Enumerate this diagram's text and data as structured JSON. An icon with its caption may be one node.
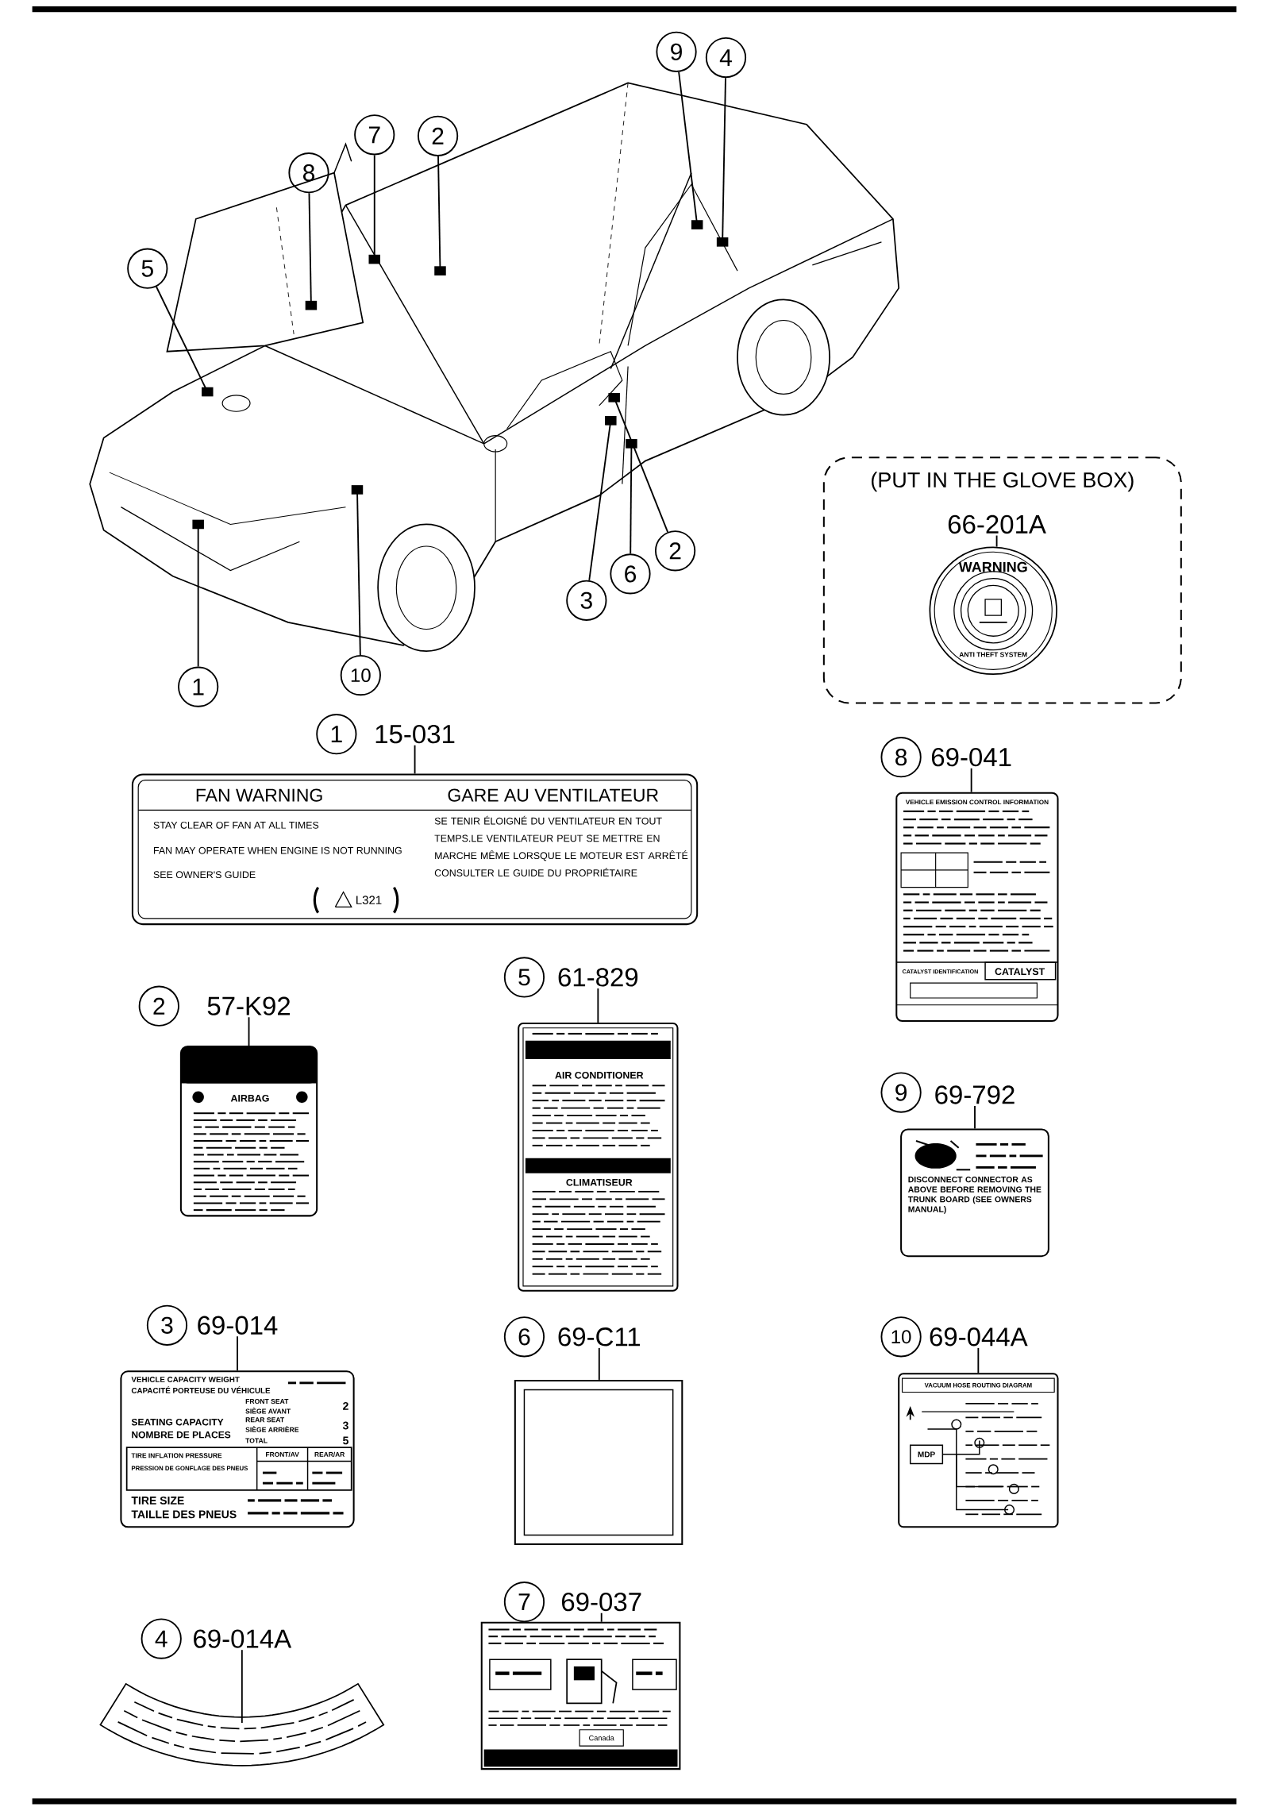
{
  "diagram": {
    "nodes": [
      {
        "text": [],
        "shape": "picture"
      },
      {
        "text": [
          "9"
        ]
      },
      {
        "text": [
          "4"
        ]
      },
      {
        "text": [
          "7"
        ]
      },
      {
        "text": [
          "2"
        ]
      },
      {
        "text": [
          "8"
        ]
      },
      {
        "text": [
          "5"
        ]
      },
      {
        "text": [
          "2"
        ]
      },
      {
        "text": [
          "6"
        ]
      },
      {
        "text": [
          "3"
        ]
      },
      {
        "text": [
          "10"
        ]
      },
      {
        "text": [
          "1"
        ]
      },
      {
        "text": [
          "(PUT IN THE GLOVE BOX)"
        ]
      },
      {
        "text": [
          "66-201A"
        ],
        "in": 12
      },
      {
        "text": [
          "WARNING",
          "ANTI THEFT SYSTEM"
        ],
        "in": 12
      },
      {
        "text": [
          "1"
        ]
      },
      {
        "text": [
          "15-031"
        ]
      },
      {
        "text": [
          "FAN WARNING",
          "GARE AU VENTILATEUR",
          "STAY CLEAR OF FAN AT ALL TIMES",
          "FAN MAY OPERATE WHEN ENGINE IS NOT RUNNING",
          "SEE OWNER'S GUIDE",
          "L321",
          "SE TENIR ÉLOIGNÉ DU VENTILATEUR EN TOUT TEMPS.LE VENTILATEUR PEUT SE METTRE EN MARCHE MÊME LORSQUE LE MOTEUR EST ARRÊTÉ CONSULTER LE GUIDE DU PROPRIÉTAIRE"
        ]
      },
      {
        "text": [
          "8"
        ]
      },
      {
        "text": [
          "69-041"
        ]
      },
      {
        "text": [
          "VEHICLE EMISSION CONTROL INFORMATION",
          "CATALYST IDENTIFICATION",
          "CATALYST"
        ]
      },
      {
        "text": [
          "5"
        ]
      },
      {
        "text": [
          "61-829"
        ]
      },
      {
        "text": [
          "AIR CONDITIONER",
          "CLIMATISEUR"
        ]
      },
      {
        "text": [
          "2"
        ]
      },
      {
        "text": [
          "57-K92"
        ]
      },
      {
        "text": [
          "AIRBAG"
        ]
      },
      {
        "text": [
          "9"
        ]
      },
      {
        "text": [
          "69-792"
        ]
      },
      {
        "text": [
          "DISCONNECT CONNECTOR AS ABOVE BEFORE REMOVING THE TRUNK BOARD (SEE OWNERS MANUAL)"
        ]
      },
      {
        "text": [
          "3"
        ]
      },
      {
        "text": [
          "69-014"
        ]
      },
      {
        "text": [
          "VEHICLE CAPACITY WEIGHT",
          "CAPACITÉ PORTEUSE DU VÉHICULE",
          "FRONT SEAT",
          "SIÈGE AVANT",
          "2",
          "SEATING CAPACITY",
          "NOMBRE DE PLACES",
          "REAR SEAT",
          "SIÈGE ARRIÈRE",
          "3",
          "TOTAL",
          "5",
          "TIRE INFLATION PRESSURE",
          "PRESSION DE GONFLAGE DES PNEUS",
          "FRONT/AV",
          "REAR/AR",
          "TIRE SIZE",
          "TAILLE DES PNEUS"
        ]
      },
      {
        "text": [
          "6"
        ]
      },
      {
        "text": [
          "69-C11"
        ]
      },
      {
        "text": [],
        "shape": "box"
      },
      {
        "text": [
          "10"
        ]
      },
      {
        "text": [
          "69-044A"
        ]
      },
      {
        "text": [
          "VACUUM HOSE ROUTING DIAGRAM",
          "MDP"
        ]
      },
      {
        "text": [
          "7"
        ]
      },
      {
        "text": [
          "69-037"
        ]
      },
      {
        "text": [
          "Canada"
        ]
      },
      {
        "text": [
          "4"
        ]
      },
      {
        "text": [
          "69-014A"
        ]
      },
      {
        "text": [],
        "shape": "picture"
      }
    ],
    "edges": [
      {
        "from": 1,
        "to": 0,
        "arrow": "none"
      },
      {
        "from": 2,
        "to": 0,
        "arrow": "none"
      },
      {
        "from": 3,
        "to": 0,
        "arrow": "none"
      },
      {
        "from": 4,
        "to": 0,
        "arrow": "none"
      },
      {
        "from": 5,
        "to": 0,
        "arrow": "none"
      },
      {
        "from": 6,
        "to": 0,
        "arrow": "none"
      },
      {
        "from": 7,
        "to": 0,
        "arrow": "none"
      },
      {
        "from": 8,
        "to": 0,
        "arrow": "none"
      },
      {
        "from": 9,
        "to": 0,
        "arrow": "none"
      },
      {
        "from": 10,
        "to": 0,
        "arrow": "none"
      },
      {
        "from": 11,
        "to": 0,
        "arrow": "none"
      },
      {
        "from": 13,
        "to": 14,
        "arrow": "none"
      },
      {
        "from": 16,
        "to": 17,
        "arrow": "none"
      },
      {
        "from": 19,
        "to": 20,
        "arrow": "none"
      },
      {
        "from": 22,
        "to": 23,
        "arrow": "none"
      },
      {
        "from": 25,
        "to": 26,
        "arrow": "none"
      },
      {
        "from": 28,
        "to": 29,
        "arrow": "none"
      },
      {
        "from": 31,
        "to": 32,
        "arrow": "none"
      },
      {
        "from": 34,
        "to": 35,
        "arrow": "none"
      },
      {
        "from": 37,
        "to": 38,
        "arrow": "none"
      },
      {
        "from": 40,
        "to": 41,
        "arrow": "none"
      },
      {
        "from": 43,
        "to": 44,
        "arrow": "none"
      }
    ]
  }
}
